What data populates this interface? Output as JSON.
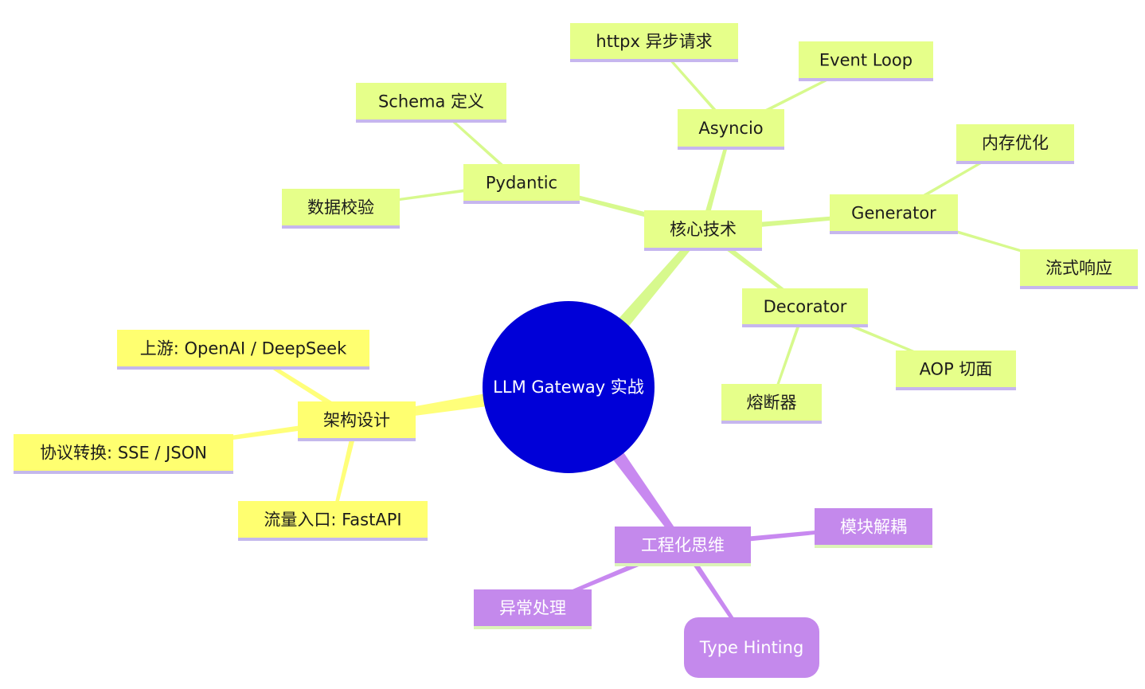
{
  "colors": {
    "root_fill": "#0000d8",
    "root_text": "#ffffff",
    "tech_fill": "#e6ff8a",
    "tech_edge": "#d7f98d",
    "tech_underline": "#c6b6ee",
    "arch_fill": "#ffff70",
    "arch_edge": "#ffff7a",
    "arch_underline": "#c4b8ec",
    "eng_fill": "#c489ec",
    "eng_edge": "#c889f0",
    "eng_underline": "#dcf3b8",
    "dark_text": "#1c1c1c",
    "light_text": "#ffffff"
  },
  "mindmap": {
    "root": {
      "id": "root",
      "label": "LLM Gateway 实战"
    },
    "branches": [
      {
        "id": "tech",
        "label": "核心技术",
        "children": [
          {
            "id": "asyncio",
            "label": "Asyncio",
            "children": [
              {
                "id": "httpx",
                "label": "httpx 异步请求"
              },
              {
                "id": "eventloop",
                "label": "Event Loop"
              }
            ]
          },
          {
            "id": "pydantic",
            "label": "Pydantic",
            "children": [
              {
                "id": "schema",
                "label": "Schema 定义"
              },
              {
                "id": "validation",
                "label": "数据校验"
              }
            ]
          },
          {
            "id": "generator",
            "label": "Generator",
            "children": [
              {
                "id": "memory",
                "label": "内存优化"
              },
              {
                "id": "stream",
                "label": "流式响应"
              }
            ]
          },
          {
            "id": "decorator",
            "label": "Decorator",
            "children": [
              {
                "id": "aop",
                "label": "AOP 切面"
              },
              {
                "id": "breaker",
                "label": "熔断器"
              }
            ]
          }
        ]
      },
      {
        "id": "arch",
        "label": "架构设计",
        "children": [
          {
            "id": "upstream",
            "label": "上游: OpenAI / DeepSeek"
          },
          {
            "id": "protocol",
            "label": "协议转换: SSE / JSON"
          },
          {
            "id": "entry",
            "label": "流量入口: FastAPI"
          }
        ]
      },
      {
        "id": "eng",
        "label": "工程化思维",
        "children": [
          {
            "id": "module",
            "label": "模块解耦"
          },
          {
            "id": "exception",
            "label": "异常处理"
          },
          {
            "id": "typehint",
            "label": "Type Hinting"
          }
        ]
      }
    ]
  }
}
